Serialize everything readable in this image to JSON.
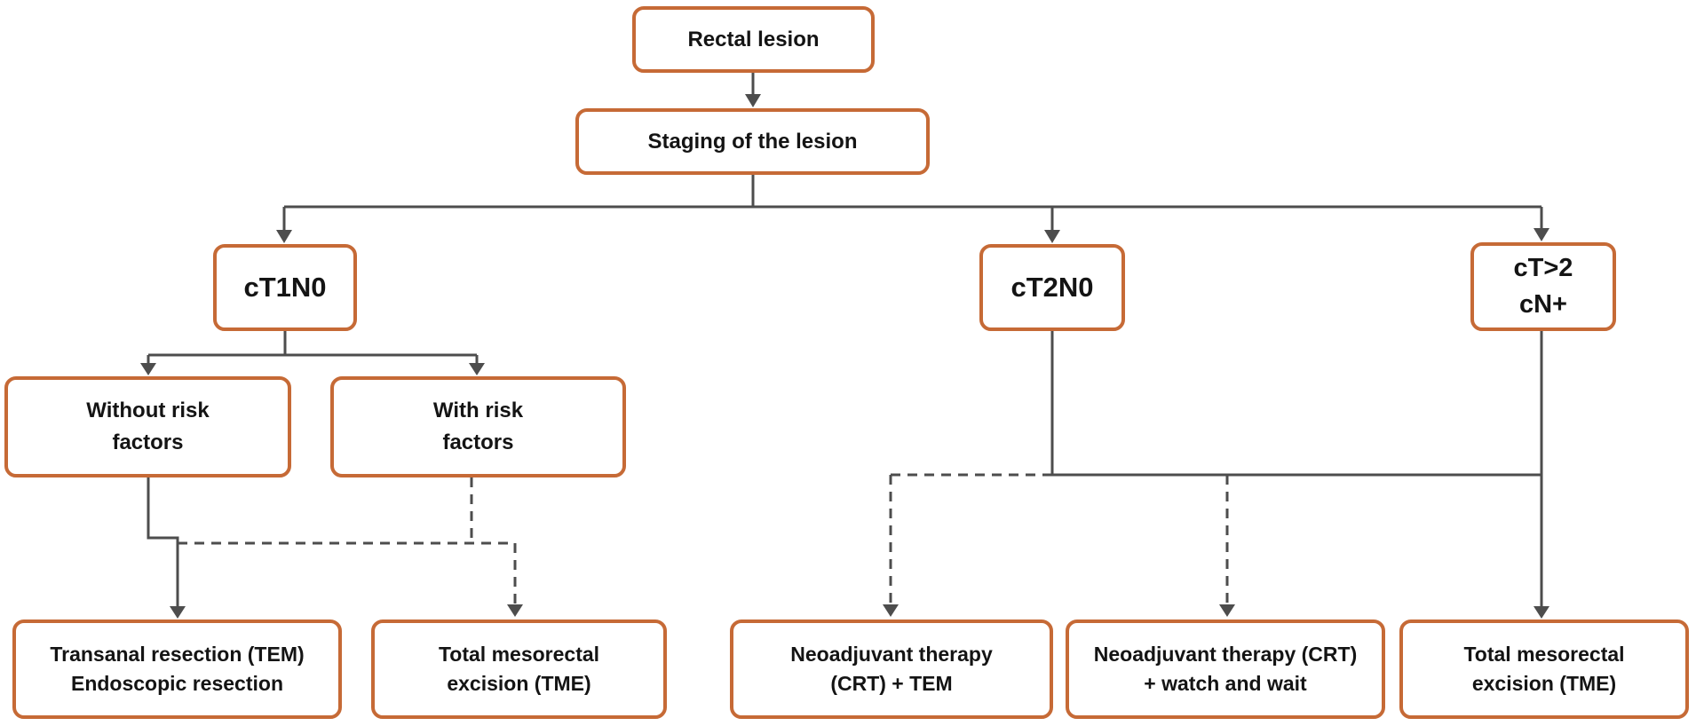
{
  "nodes": {
    "rectal_lesion": {
      "label": "Rectal lesion"
    },
    "staging": {
      "label": "Staging of the lesion"
    },
    "ct1n0": {
      "label": "cT1N0"
    },
    "ct2n0": {
      "label": "cT2N0"
    },
    "ctgt2": {
      "label": [
        "cT>2",
        "cN+"
      ]
    },
    "without_risk": {
      "label": [
        "Without risk",
        "factors"
      ]
    },
    "with_risk": {
      "label": [
        "With risk",
        "factors"
      ]
    },
    "transanal": {
      "label": [
        "Transanal resection (TEM)",
        "Endoscopic resection"
      ]
    },
    "tme_left": {
      "label": [
        "Total mesorectal",
        "excision (TME)"
      ]
    },
    "crt_tem": {
      "label": [
        "Neoadjuvant therapy",
        "(CRT) + TEM"
      ]
    },
    "crt_watch": {
      "label": [
        "Neoadjuvant therapy (CRT)",
        "+ watch and wait"
      ]
    },
    "tme_right": {
      "label": [
        "Total mesorectal",
        "excision (TME)"
      ]
    }
  },
  "edges": [
    {
      "from": "rectal_lesion",
      "to": "staging",
      "style": "solid"
    },
    {
      "from": "staging",
      "to": "ct1n0",
      "style": "solid"
    },
    {
      "from": "staging",
      "to": "ct2n0",
      "style": "solid"
    },
    {
      "from": "staging",
      "to": "ctgt2",
      "style": "solid"
    },
    {
      "from": "ct1n0",
      "to": "without_risk",
      "style": "solid"
    },
    {
      "from": "ct1n0",
      "to": "with_risk",
      "style": "solid"
    },
    {
      "from": "without_risk",
      "to": "transanal",
      "style": "solid"
    },
    {
      "from": "with_risk",
      "to": "tme_left",
      "style": "dashed"
    },
    {
      "from": "ct2n0",
      "to": "crt_tem",
      "style": "dashed"
    },
    {
      "from": "ct2n0",
      "to": "crt_watch",
      "style": "dashed"
    },
    {
      "from": "ct2n0",
      "to": "tme_right",
      "style": "solid"
    },
    {
      "from": "ctgt2",
      "to": "tme_right",
      "style": "solid"
    }
  ],
  "colors": {
    "box_border": "#c66a36",
    "connector": "#4d4d4d",
    "text": "#141414",
    "box_fill": "#ffffff",
    "background": "#ffffff"
  }
}
